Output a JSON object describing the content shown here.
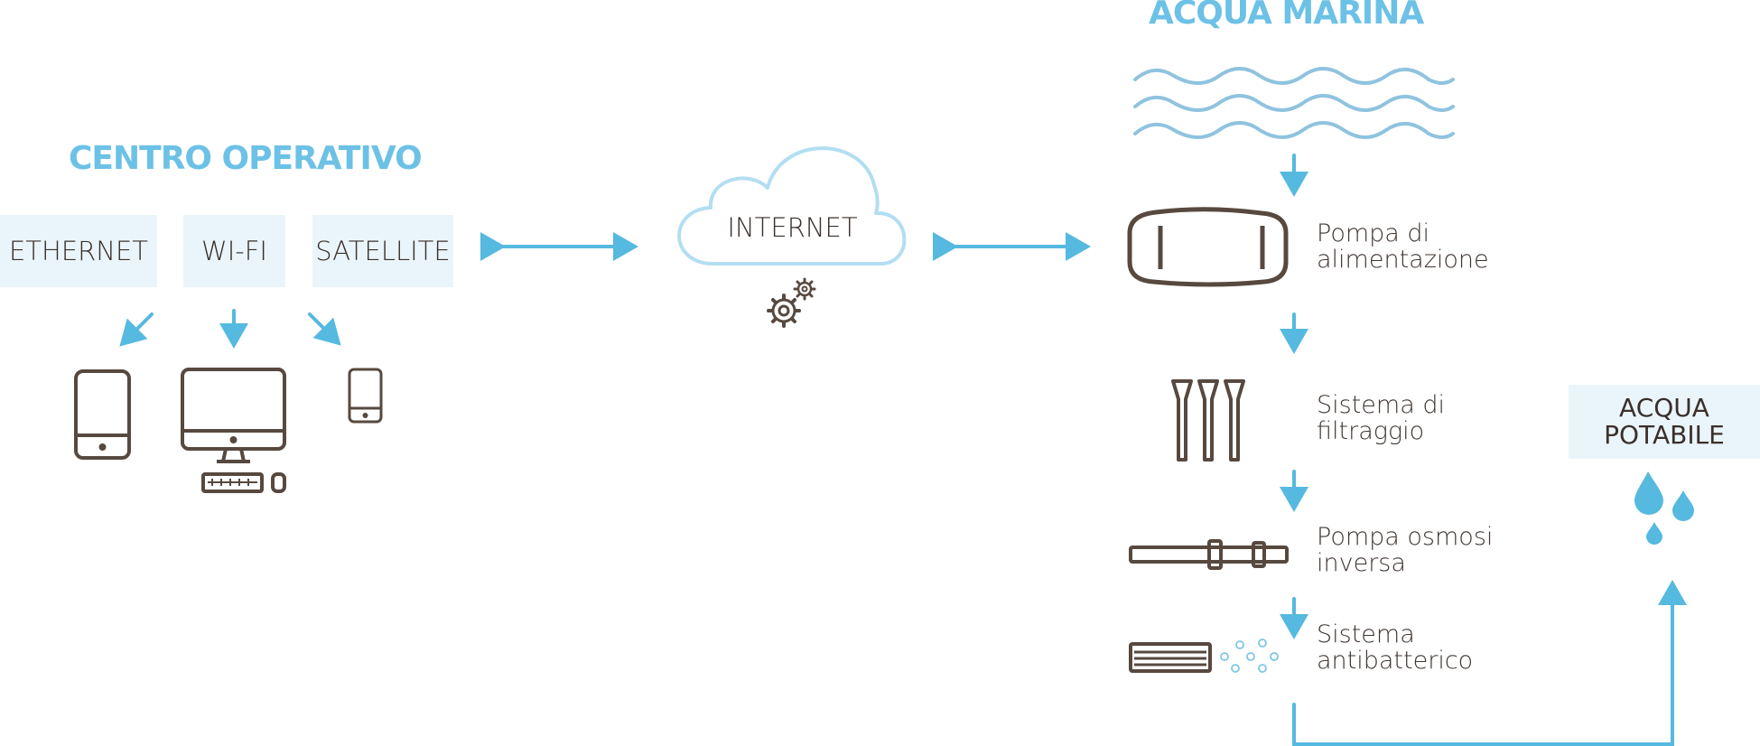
{
  "left": {
    "heading": "CENTRO OPERATIVO",
    "connections": [
      {
        "label": "ETHERNET"
      },
      {
        "label": "WI-FI"
      },
      {
        "label": "SATELLITE"
      }
    ],
    "devices": [
      "tablet-icon",
      "desktop-computer-icon",
      "smartphone-icon"
    ]
  },
  "cloud": {
    "label": "INTERNET",
    "icon": "gears-icon"
  },
  "right": {
    "heading": "ACQUA MARINA",
    "steps": [
      {
        "line1": "Pompa di",
        "line2": "alimentazione",
        "icon": "feed-pump-icon"
      },
      {
        "line1": "Sistema di",
        "line2": "filtraggio",
        "icon": "filter-cartridges-icon"
      },
      {
        "line1": "Pompa osmosi",
        "line2": "inversa",
        "icon": "reverse-osmosis-pump-icon"
      },
      {
        "line1": "Sistema",
        "line2": "antibatterico",
        "icon": "antibacterial-system-icon"
      }
    ],
    "output": {
      "line1": "ACQUA",
      "line2": "POTABILE",
      "icon": "water-drops-icon"
    }
  },
  "colors": {
    "accent": "#55b9e0",
    "heading": "#6cc1e6",
    "icon": "#57493f",
    "box_bg": "#eaf5fb",
    "wave": "#8fc3df",
    "cloud_stroke": "#b3def2"
  }
}
